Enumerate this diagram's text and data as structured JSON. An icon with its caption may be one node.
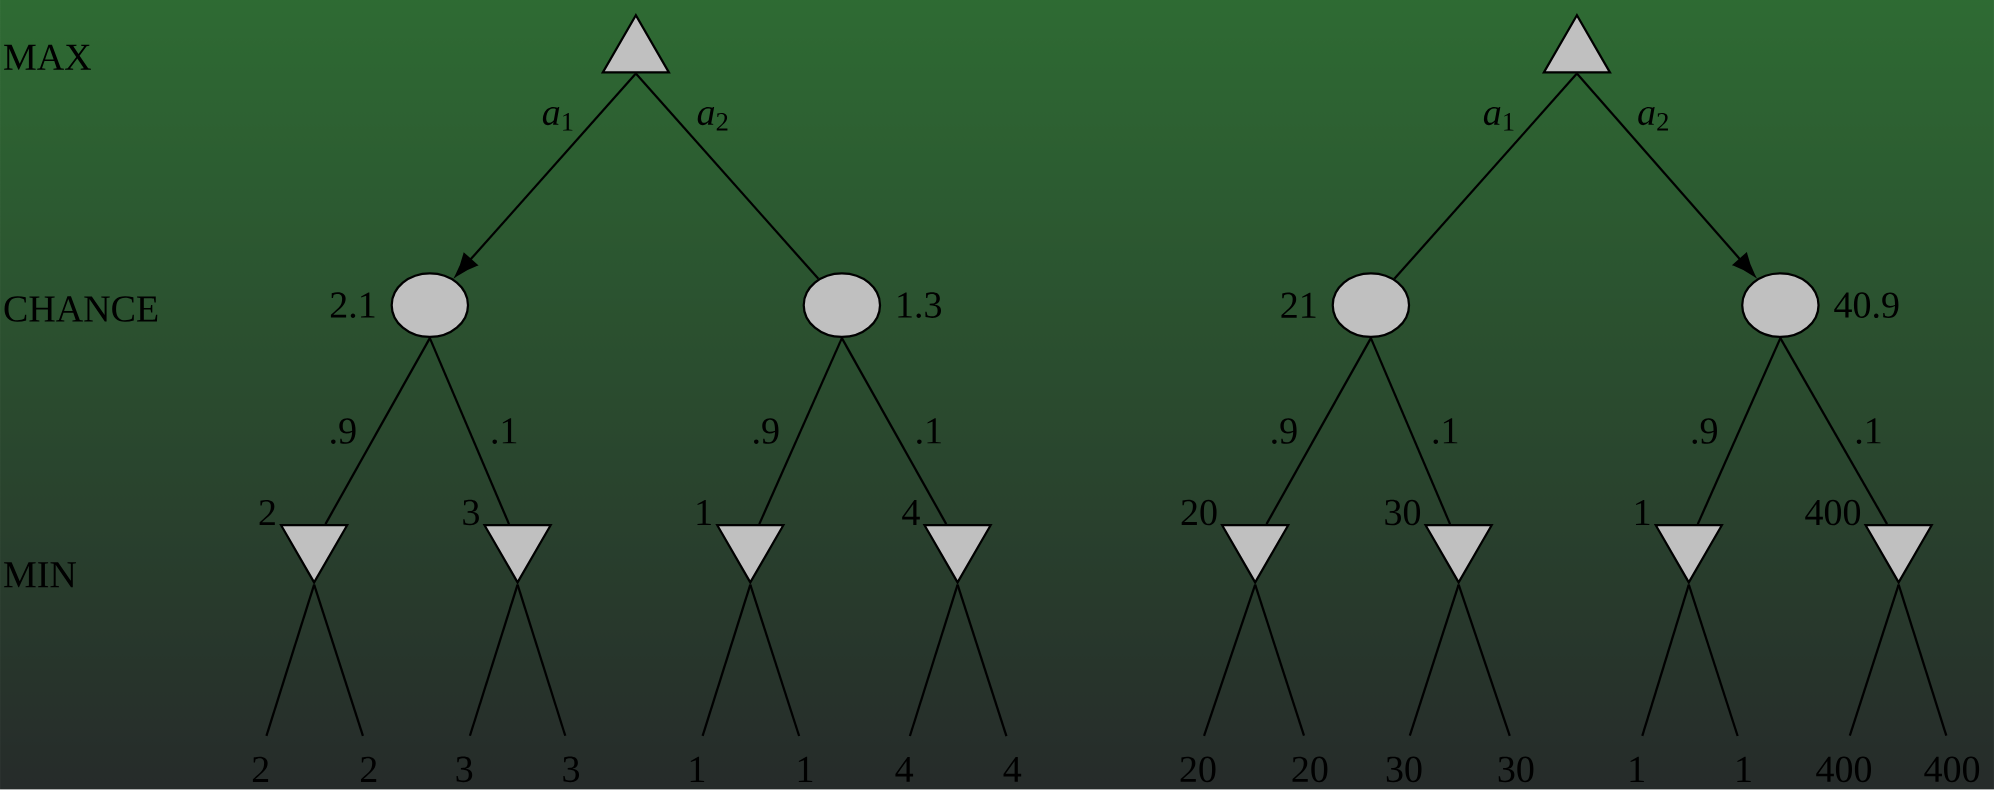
{
  "diagram": {
    "nodes": [
      {
        "text": [],
        "shape": "triangle"
      },
      {
        "text": [],
        "shape": "circle",
        "beside": [
          "2.1"
        ]
      },
      {
        "text": [],
        "shape": "circle",
        "beside": [
          "1.3"
        ]
      },
      {
        "text": [],
        "shape": "triangle",
        "beside": [
          "2"
        ]
      },
      {
        "text": [],
        "shape": "triangle",
        "beside": [
          "3"
        ]
      },
      {
        "text": [],
        "shape": "triangle",
        "beside": [
          "1"
        ]
      },
      {
        "text": [],
        "shape": "triangle",
        "beside": [
          "4"
        ]
      },
      {
        "text": [
          "2"
        ]
      },
      {
        "text": [
          "2"
        ]
      },
      {
        "text": [
          "3"
        ]
      },
      {
        "text": [
          "3"
        ]
      },
      {
        "text": [
          "1"
        ]
      },
      {
        "text": [
          "1"
        ]
      },
      {
        "text": [
          "4"
        ]
      },
      {
        "text": [
          "4"
        ]
      },
      {
        "text": [],
        "shape": "triangle"
      },
      {
        "text": [],
        "shape": "circle",
        "beside": [
          "21"
        ]
      },
      {
        "text": [],
        "shape": "circle",
        "beside": [
          "40.9"
        ]
      },
      {
        "text": [],
        "shape": "triangle",
        "beside": [
          "20"
        ]
      },
      {
        "text": [],
        "shape": "triangle",
        "beside": [
          "30"
        ]
      },
      {
        "text": [],
        "shape": "triangle",
        "beside": [
          "1"
        ]
      },
      {
        "text": [],
        "shape": "triangle",
        "beside": [
          "400"
        ]
      },
      {
        "text": [
          "20"
        ]
      },
      {
        "text": [
          "20"
        ]
      },
      {
        "text": [
          "30"
        ]
      },
      {
        "text": [
          "30"
        ]
      },
      {
        "text": [
          "1"
        ]
      },
      {
        "text": [
          "1"
        ]
      },
      {
        "text": [
          "400"
        ]
      },
      {
        "text": [
          "400"
        ]
      }
    ],
    "edges": [
      {
        "from": 0,
        "to": 1,
        "arrow": "to",
        "label": "*a*$_{1}$"
      },
      {
        "from": 0,
        "to": 2,
        "arrow": "none",
        "label": "*a*$_{2}$"
      },
      {
        "from": 1,
        "to": 3,
        "arrow": "none",
        "label": ".9"
      },
      {
        "from": 1,
        "to": 4,
        "arrow": "none",
        "label": ".1"
      },
      {
        "from": 2,
        "to": 5,
        "arrow": "none",
        "label": ".9"
      },
      {
        "from": 2,
        "to": 6,
        "arrow": "none",
        "label": ".1"
      },
      {
        "from": 3,
        "to": 7,
        "arrow": "none"
      },
      {
        "from": 3,
        "to": 8,
        "arrow": "none"
      },
      {
        "from": 4,
        "to": 9,
        "arrow": "none"
      },
      {
        "from": 4,
        "to": 10,
        "arrow": "none"
      },
      {
        "from": 5,
        "to": 11,
        "arrow": "none"
      },
      {
        "from": 5,
        "to": 12,
        "arrow": "none"
      },
      {
        "from": 6,
        "to": 13,
        "arrow": "none"
      },
      {
        "from": 6,
        "to": 14,
        "arrow": "none"
      },
      {
        "from": 15,
        "to": 16,
        "arrow": "none",
        "label": "*a*$_{1}$"
      },
      {
        "from": 15,
        "to": 17,
        "arrow": "to",
        "label": "*a*$_{2}$"
      },
      {
        "from": 16,
        "to": 18,
        "arrow": "none",
        "label": ".9"
      },
      {
        "from": 16,
        "to": 19,
        "arrow": "none",
        "label": ".1"
      },
      {
        "from": 17,
        "to": 20,
        "arrow": "none",
        "label": ".9"
      },
      {
        "from": 17,
        "to": 21,
        "arrow": "none",
        "label": ".1"
      },
      {
        "from": 18,
        "to": 22,
        "arrow": "none"
      },
      {
        "from": 18,
        "to": 23,
        "arrow": "none"
      },
      {
        "from": 19,
        "to": 24,
        "arrow": "none"
      },
      {
        "from": 19,
        "to": 25,
        "arrow": "none"
      },
      {
        "from": 20,
        "to": 26,
        "arrow": "none"
      },
      {
        "from": 20,
        "to": 27,
        "arrow": "none"
      },
      {
        "from": 21,
        "to": 28,
        "arrow": "none"
      },
      {
        "from": 21,
        "to": 29,
        "arrow": "none"
      }
    ],
    "labels": [
      "MAX",
      "CHANCE",
      "MIN"
    ]
  }
}
